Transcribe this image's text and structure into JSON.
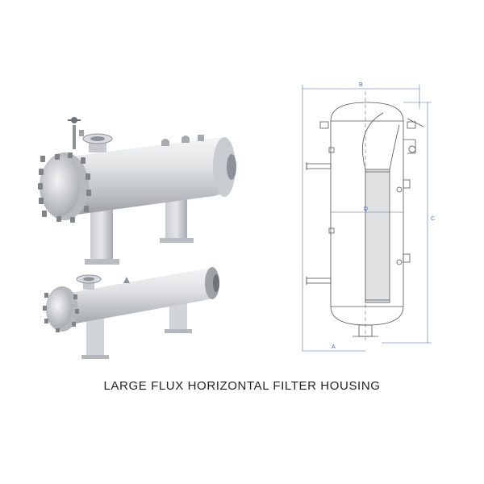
{
  "caption": "LARGE FLUX HORIZONTAL FILTER HOUSING",
  "drawing": {
    "dimension_labels": {
      "overall_width": "B",
      "height": "C",
      "inner_diameter": "D",
      "base_offset": "A"
    }
  },
  "colors": {
    "background": "#ffffff",
    "steel_light": "#e6e8ea",
    "steel_dark": "#8d9298",
    "dimension_line": "#4a6ea8",
    "caption_text": "#222222"
  }
}
